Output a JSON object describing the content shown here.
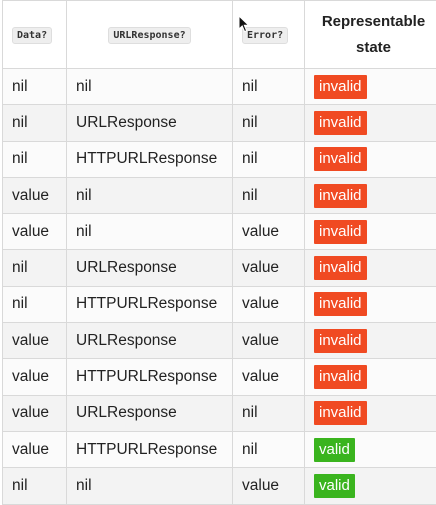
{
  "table": {
    "headers": [
      "Data?",
      "URLResponse?",
      "Error?",
      "Representable state"
    ],
    "rows": [
      {
        "data": "nil",
        "response": "nil",
        "error": "nil",
        "state": "invalid"
      },
      {
        "data": "nil",
        "response": "URLResponse",
        "error": "nil",
        "state": "invalid"
      },
      {
        "data": "nil",
        "response": "HTTPURLResponse",
        "error": "nil",
        "state": "invalid"
      },
      {
        "data": "value",
        "response": "nil",
        "error": "nil",
        "state": "invalid"
      },
      {
        "data": "value",
        "response": "nil",
        "error": "value",
        "state": "invalid"
      },
      {
        "data": "nil",
        "response": "URLResponse",
        "error": "value",
        "state": "invalid"
      },
      {
        "data": "nil",
        "response": "HTTPURLResponse",
        "error": "value",
        "state": "invalid"
      },
      {
        "data": "value",
        "response": "URLResponse",
        "error": "value",
        "state": "invalid"
      },
      {
        "data": "value",
        "response": "HTTPURLResponse",
        "error": "value",
        "state": "invalid"
      },
      {
        "data": "value",
        "response": "URLResponse",
        "error": "nil",
        "state": "invalid"
      },
      {
        "data": "value",
        "response": "HTTPURLResponse",
        "error": "nil",
        "state": "valid"
      },
      {
        "data": "nil",
        "response": "nil",
        "error": "value",
        "state": "valid"
      }
    ]
  },
  "colors": {
    "invalid_badge": "#f04a22",
    "valid_badge": "#3ab41e"
  },
  "icons": {
    "cursor": "mouse-pointer-icon"
  }
}
